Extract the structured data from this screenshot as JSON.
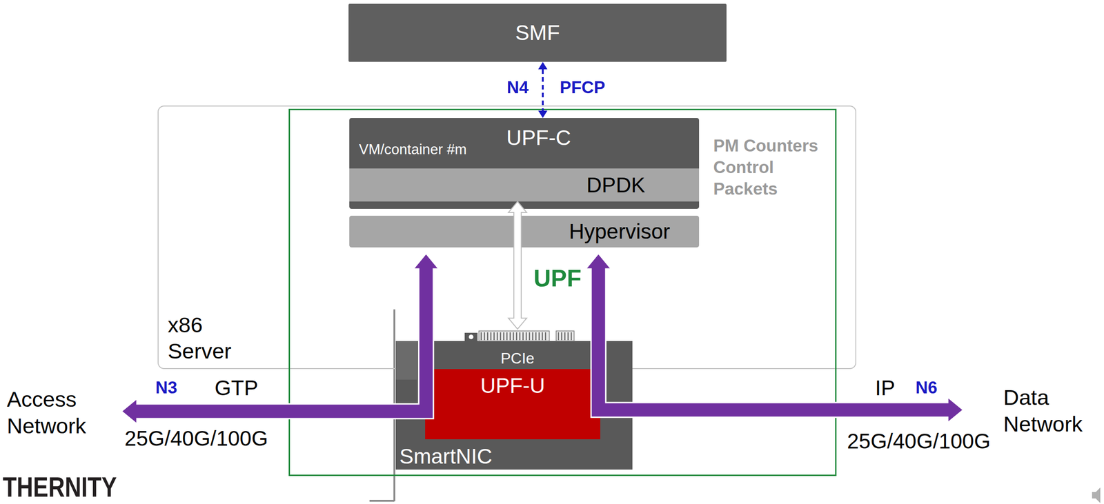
{
  "diagram": {
    "nodes": [
      {
        "text": [
          "SMF"
        ]
      },
      {
        "text": [
          "x86 Server"
        ]
      },
      {
        "text": [
          "UPF"
        ]
      },
      {
        "text": [
          "VM/container #m",
          "UPF-C"
        ],
        "in": 2
      },
      {
        "text": [
          "DPDK"
        ],
        "in": 3
      },
      {
        "text": [
          "Hypervisor"
        ],
        "in": 2
      },
      {
        "text": [
          "SmartNIC"
        ],
        "in": 2
      },
      {
        "text": [
          "UPF-U"
        ],
        "in": 6
      }
    ],
    "edges": [
      {
        "from": 0,
        "to": 3,
        "arrow": "both"
      },
      {
        "from": 4,
        "to": 6,
        "arrow": "both"
      }
    ],
    "labels": [
      "N4",
      "PFCP",
      "PM Counters Control Packets",
      "PCIe",
      "Access Network",
      "N3",
      "GTP",
      "25G/40G/100G",
      "IP",
      "N6",
      "25G/40G/100G",
      "Data Network",
      "THERNITY"
    ]
  }
}
